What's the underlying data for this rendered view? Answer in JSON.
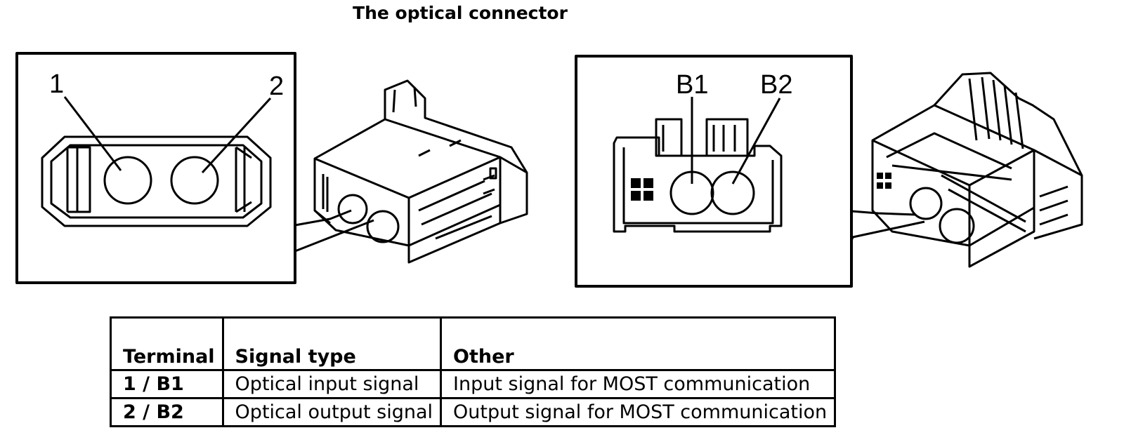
{
  "title": "The optical connector",
  "left_connector": {
    "pin1_label": "1",
    "pin2_label": "2"
  },
  "right_connector": {
    "pin1_label": "B1",
    "pin2_label": "B2"
  },
  "table": {
    "headers": [
      "Terminal",
      "Signal type",
      "Other"
    ],
    "rows": [
      [
        "1 / B1",
        "Optical input signal",
        "Input signal for MOST communication"
      ],
      [
        "2 / B2",
        "Optical output signal",
        "Output signal for MOST communication"
      ]
    ]
  }
}
